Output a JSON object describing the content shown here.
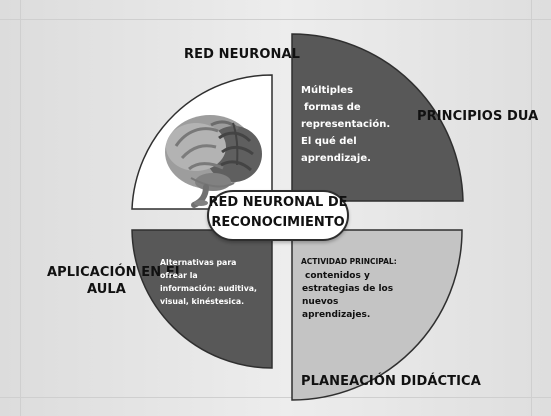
{
  "diagram": {
    "center_title": [
      "RED NEURONAL DE",
      "RECONOCIMIENTO"
    ],
    "sections": {
      "top_left_label": "RED NEURONAL",
      "top_right_label": "PRINCIPIOS DUA",
      "bottom_left_label": [
        "APLICACIÓN EN EL",
        "AULA"
      ],
      "bottom_right_label": "PLANEACIÓN DIDÁCTICA",
      "top_right_body": [
        "Múltiples",
        "formas de",
        "representación.",
        "El qué del",
        "aprendizaje."
      ],
      "bottom_left_body": [
        "Alternativas para ofrear la",
        "información: auditiva,",
        "visual, kinéstesica."
      ],
      "bottom_right_heading": "ACTIVIDAD PRINCIPAL:",
      "bottom_right_body": [
        "contenidos y",
        "estrategias de los",
        "nuevos aprendizajes."
      ]
    },
    "colors": {
      "background": "#e7e7e7",
      "white_quadrant": "#ffffff",
      "dark_quadrant": "#585858",
      "light_quadrant": "#c4c4c4",
      "center_fill": "#ffffff",
      "outline": "#2f2f2f",
      "brain_gray": "#a6a6a6",
      "brain_dark": "#595959"
    },
    "icons": {
      "brain": "brain-icon"
    }
  }
}
